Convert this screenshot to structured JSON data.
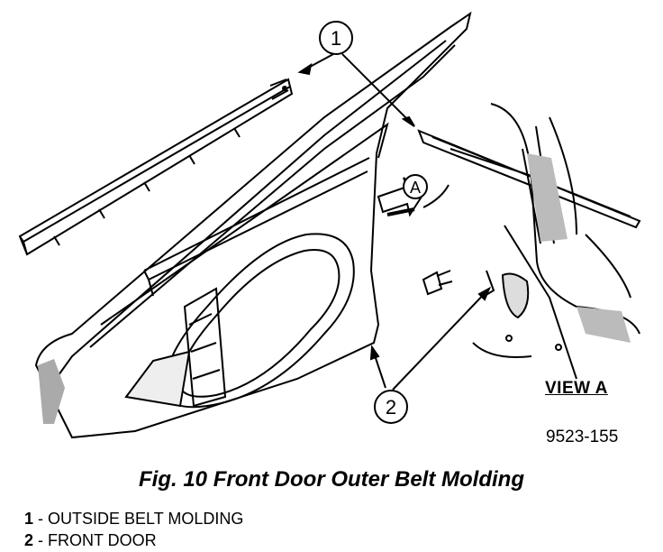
{
  "diagram": {
    "callouts": [
      {
        "id": "callout-1",
        "number": "1"
      },
      {
        "id": "callout-2",
        "number": "2"
      },
      {
        "id": "callout-a",
        "number": "A"
      }
    ],
    "view_label": "VIEW A",
    "figure_number": "9523-155"
  },
  "caption": "Fig. 10 Front Door Outer Belt Molding",
  "legend": [
    {
      "number": "1",
      "text": " - OUTSIDE BELT MOLDING"
    },
    {
      "number": "2",
      "text": " - FRONT DOOR"
    }
  ]
}
